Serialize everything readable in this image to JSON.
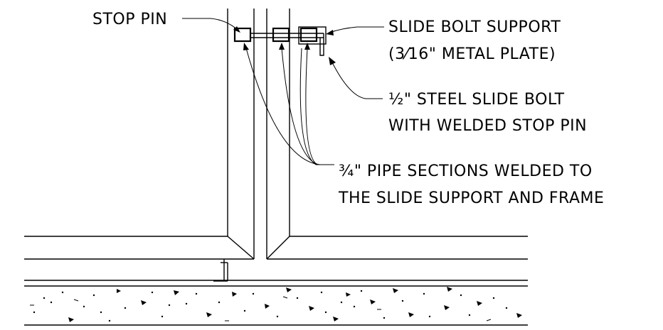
{
  "labels": {
    "stop_pin": "STOP PIN",
    "slide_bolt_support_1": "SLIDE BOLT SUPPORT",
    "slide_bolt_support_2": "(3⁄16\" METAL PLATE)",
    "steel_slide_bolt_1": "½\" STEEL SLIDE BOLT",
    "steel_slide_bolt_2": "WITH WELDED STOP PIN",
    "pipe_sections_1": "¾\" PIPE SECTIONS WELDED TO",
    "pipe_sections_2": "THE SLIDE SUPPORT AND FRAME"
  },
  "colors": {
    "ink": "#000000",
    "background": "#ffffff"
  }
}
